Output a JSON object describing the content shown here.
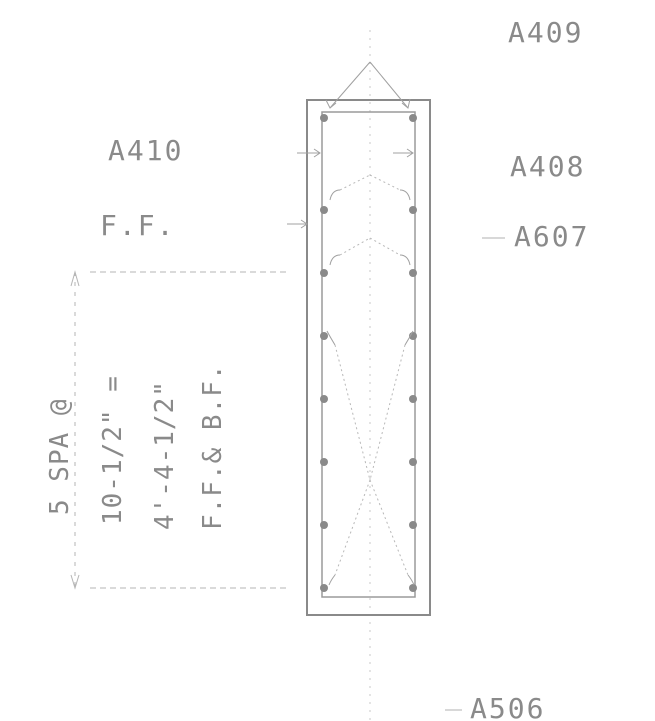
{
  "labels": {
    "mark_top_right": "A409",
    "mark_left_top": "A410",
    "mark_right_mid": "A408",
    "face_note": "F.F.",
    "mark_right_607": "A607",
    "mark_bottom": "A506"
  },
  "spacing_note": {
    "line1": "5 SPA @",
    "line2": "10-1/2\" =",
    "line3": "4'-4-1/2\"",
    "line4": "F.F.& B.F."
  },
  "colors": {
    "ink": "#8a8a8a",
    "bar": "#9a9a9a",
    "dim": "#b5b5b5"
  }
}
